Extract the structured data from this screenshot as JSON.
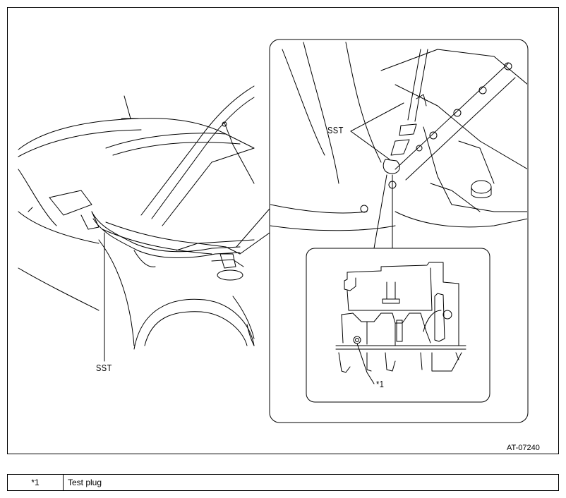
{
  "labels": {
    "sst_left": "SST",
    "sst_right": "SST",
    "callout_1": "*1"
  },
  "figure_id": "AT-07240",
  "legend": [
    {
      "code": "*1",
      "description": "Test plug"
    }
  ]
}
